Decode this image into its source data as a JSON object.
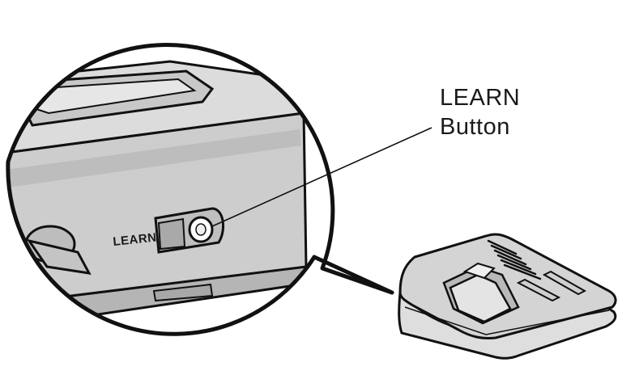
{
  "callout": {
    "line1": "LEARN",
    "line2": "Button"
  },
  "device": {
    "panel_label": "LEARN"
  },
  "colors": {
    "outline": "#111111",
    "body_light": "#e4e4e4",
    "body_mid": "#cfcfcf",
    "body_dark": "#b8b8b8",
    "background": "#ffffff"
  }
}
